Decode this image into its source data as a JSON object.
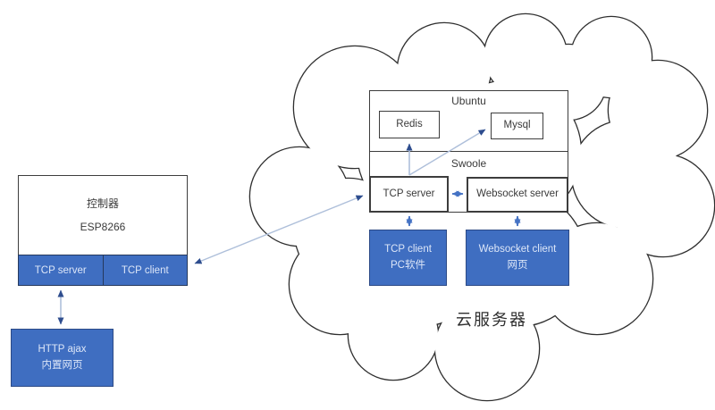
{
  "controller": {
    "title": "控制器",
    "subtitle": "ESP8266",
    "tcp_server_label": "TCP server",
    "tcp_client_label": "TCP client"
  },
  "http_box": {
    "line1": "HTTP ajax",
    "line2": "内置网页"
  },
  "cloud": {
    "label": "云服务器",
    "ubuntu_label": "Ubuntu",
    "swoole_label": "Swoole",
    "redis_label": "Redis",
    "mysql_label": "Mysql",
    "tcp_server_label": "TCP server",
    "websocket_server_label": "Websocket server",
    "tcp_client_line1": "TCP client",
    "tcp_client_line2": "PC软件",
    "websocket_client_line1": "Websocket client",
    "websocket_client_line2": "网页"
  },
  "colors": {
    "box_blue_fill": "#3f6ec1",
    "box_blue_border": "#2c4a86",
    "box_dark_border": "#3d3d3d",
    "arrow_blue": "#4472c4",
    "arrow_light_line": "#aebfda",
    "arrow_navy_head": "#2e4d8e",
    "cloud_outline": "#2f2f2f",
    "text_dark": "#3a3a3a",
    "text_on_blue": "#dce6f8"
  }
}
